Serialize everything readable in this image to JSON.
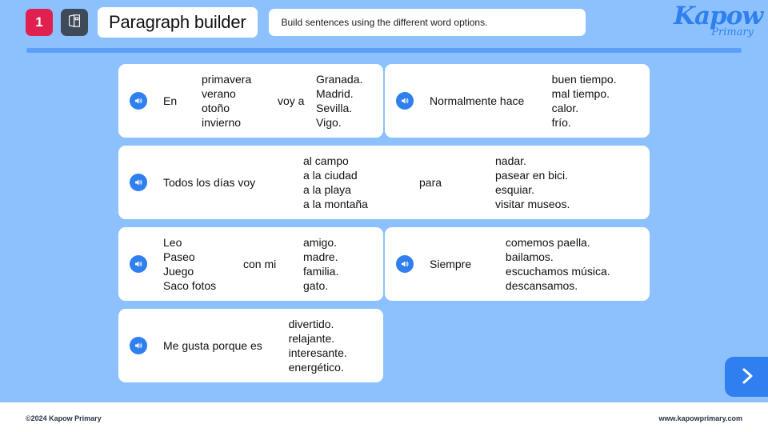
{
  "header": {
    "step_number": "1",
    "book_icon": "book-icon",
    "title": "Paragraph builder",
    "instruction": "Build sentences using the different word options.",
    "logo_main": "Kapow",
    "logo_sub": "Primary"
  },
  "cards": [
    {
      "id": "card-en",
      "speaker_icon": "speaker-icon",
      "columns": [
        {
          "name": "prompt",
          "lines": [
            "En"
          ]
        },
        {
          "name": "options-seasons",
          "lines": [
            "primavera",
            "verano",
            "otoño",
            "invierno"
          ]
        },
        {
          "name": "connector",
          "lines": [
            "voy a"
          ]
        },
        {
          "name": "options-cities",
          "lines": [
            "Granada.",
            "Madrid.",
            "Sevilla.",
            "Vigo."
          ]
        }
      ]
    },
    {
      "id": "card-normalmente",
      "speaker_icon": "speaker-icon",
      "columns": [
        {
          "name": "prompt",
          "lines": [
            "Normalmente hace"
          ]
        },
        {
          "name": "options-weather",
          "lines": [
            "buen tiempo.",
            "mal tiempo.",
            "calor.",
            "frío."
          ]
        }
      ]
    },
    {
      "id": "card-todos-los-dias",
      "speaker_icon": "speaker-icon",
      "columns": [
        {
          "name": "prompt",
          "lines": [
            "Todos los días voy"
          ]
        },
        {
          "name": "options-places",
          "lines": [
            "al campo",
            "a la ciudad",
            "a la playa",
            "a la montaña"
          ]
        },
        {
          "name": "connector",
          "lines": [
            "para"
          ]
        },
        {
          "name": "options-activities",
          "lines": [
            "nadar.",
            "pasear en bici.",
            "esquiar.",
            "visitar museos."
          ]
        }
      ]
    },
    {
      "id": "card-leo",
      "speaker_icon": "speaker-icon",
      "columns": [
        {
          "name": "options-verbs",
          "lines": [
            "Leo",
            "Paseo",
            "Juego",
            "Saco fotos"
          ]
        },
        {
          "name": "connector",
          "lines": [
            "con mi"
          ]
        },
        {
          "name": "options-people",
          "lines": [
            "amigo.",
            "madre.",
            "familia.",
            "gato."
          ]
        }
      ]
    },
    {
      "id": "card-siempre",
      "speaker_icon": "speaker-icon",
      "columns": [
        {
          "name": "prompt",
          "lines": [
            "Siempre"
          ]
        },
        {
          "name": "options-actions",
          "lines": [
            "comemos paella.",
            "bailamos.",
            "escuchamos música.",
            "descansamos."
          ]
        }
      ]
    },
    {
      "id": "card-me-gusta",
      "speaker_icon": "speaker-icon",
      "columns": [
        {
          "name": "prompt",
          "lines": [
            "Me gusta porque es"
          ]
        },
        {
          "name": "options-adjectives",
          "lines": [
            "divertido.",
            "relajante.",
            "interesante.",
            "energético."
          ]
        }
      ]
    }
  ],
  "next_button": {
    "icon": "chevron-right-icon"
  },
  "footer": {
    "copyright": "©2024 Kapow Primary",
    "website": "www.kapowprimary.com"
  },
  "colors": {
    "background": "#8cc1fd",
    "accent_blue": "#2f7ff0",
    "badge_red": "#e0204f",
    "icon_slate": "#3f4a59",
    "divider": "#5ba0f7"
  }
}
